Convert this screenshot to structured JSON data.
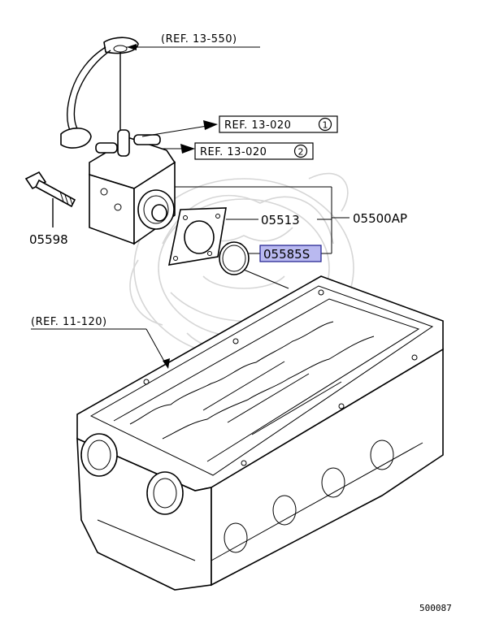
{
  "diagram": {
    "watermark_icon": "dragon-watermark-icon",
    "highlight_color": "#b9b9f0",
    "part_labels": {
      "bolt": "05598",
      "gasket": "05513",
      "o_ring": "05585S",
      "pump_assembly": "05500AP"
    },
    "references": {
      "fuel_line": "(REF. 13-550)",
      "ref_1": "REF. 13-020",
      "ref_1_marker": "1",
      "ref_2": "REF. 13-020",
      "ref_2_marker": "2",
      "cylinder_head": "(REF. 11-120)"
    },
    "figure_code": "500087"
  }
}
